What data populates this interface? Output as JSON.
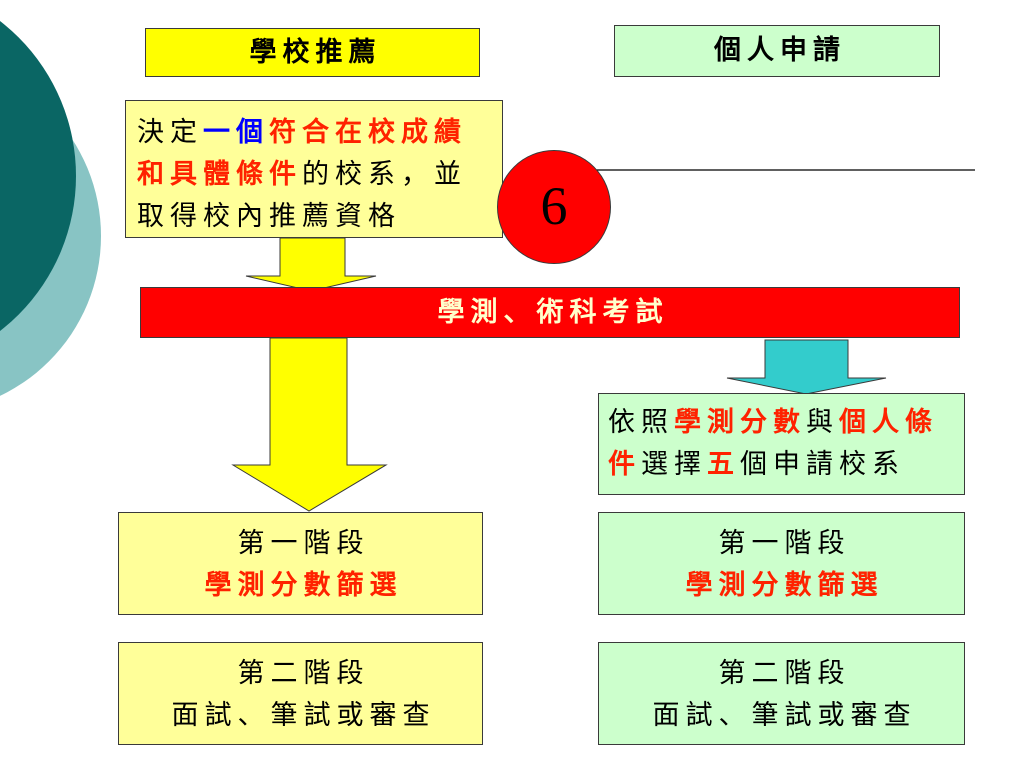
{
  "colors": {
    "yellow": "#FFFF00",
    "light_yellow": "#FFFF99",
    "light_green": "#CCFFCC",
    "red": "#FF0000",
    "accent_red": "#FF2200",
    "blue": "#0000FF",
    "cyan": "#33CCCC",
    "dark_teal": "#0A6664",
    "light_teal": "#88C4C4",
    "bar_text": "#FFFFCC"
  },
  "headers": {
    "school": "學校推薦",
    "personal": "個人申請"
  },
  "school_intro": {
    "lines": [
      [
        "決定",
        "一個",
        "符合在校成績"
      ],
      [
        "和具體條件",
        "的校系，並"
      ],
      [
        "取得校內推薦資格"
      ]
    ]
  },
  "step_badge": "6",
  "exam_bar": "學測、術科考試",
  "personal_intro": {
    "lines": [
      [
        "依照",
        "學測分數",
        "與",
        "個人條"
      ],
      [
        "件",
        "選擇",
        "五",
        "個申請校系"
      ]
    ]
  },
  "stages": {
    "school": [
      {
        "title": "第一階段",
        "detail": "學測分數篩選"
      },
      {
        "title": "第二階段",
        "detail": "面試、筆試或審查"
      }
    ],
    "personal": [
      {
        "title": "第一階段",
        "detail": "學測分數篩選"
      },
      {
        "title": "第二階段",
        "detail": "面試、筆試或審查"
      }
    ]
  }
}
